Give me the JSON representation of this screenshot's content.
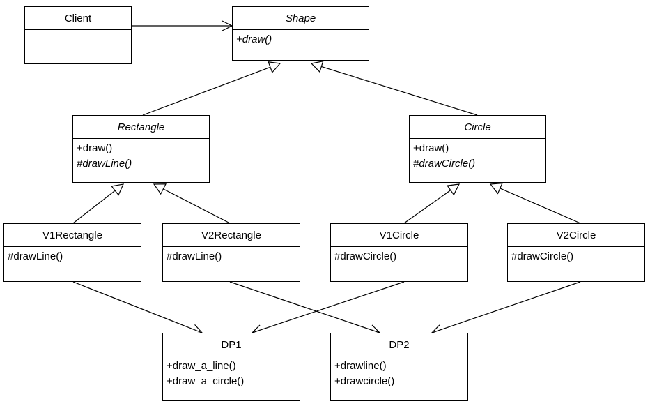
{
  "classes": {
    "client": {
      "name": "Client",
      "abstract": false,
      "operations": []
    },
    "shape": {
      "name": "Shape",
      "abstract": true,
      "operations": [
        {
          "text": "+draw()",
          "abstract": true
        }
      ]
    },
    "rectangle": {
      "name": "Rectangle",
      "abstract": true,
      "operations": [
        {
          "text": "+draw()",
          "abstract": false
        },
        {
          "text": "#drawLine()",
          "abstract": true
        }
      ]
    },
    "circle": {
      "name": "Circle",
      "abstract": true,
      "operations": [
        {
          "text": "+draw()",
          "abstract": false
        },
        {
          "text": "#drawCircle()",
          "abstract": true
        }
      ]
    },
    "v1rectangle": {
      "name": "V1Rectangle",
      "abstract": false,
      "operations": [
        {
          "text": "#drawLine()",
          "abstract": false
        }
      ]
    },
    "v2rectangle": {
      "name": "V2Rectangle",
      "abstract": false,
      "operations": [
        {
          "text": "#drawLine()",
          "abstract": false
        }
      ]
    },
    "v1circle": {
      "name": "V1Circle",
      "abstract": false,
      "operations": [
        {
          "text": "#drawCircle()",
          "abstract": false
        }
      ]
    },
    "v2circle": {
      "name": "V2Circle",
      "abstract": false,
      "operations": [
        {
          "text": "#drawCircle()",
          "abstract": false
        }
      ]
    },
    "dp1": {
      "name": "DP1",
      "abstract": false,
      "operations": [
        {
          "text": "+draw_a_line()",
          "abstract": false
        },
        {
          "text": "+draw_a_circle()",
          "abstract": false
        }
      ]
    },
    "dp2": {
      "name": "DP2",
      "abstract": false,
      "operations": [
        {
          "text": "+drawline()",
          "abstract": false
        },
        {
          "text": "+drawcircle()",
          "abstract": false
        }
      ]
    }
  },
  "relations": [
    {
      "type": "association",
      "from": "client",
      "to": "shape"
    },
    {
      "type": "generalization",
      "from": "rectangle",
      "to": "shape"
    },
    {
      "type": "generalization",
      "from": "circle",
      "to": "shape"
    },
    {
      "type": "generalization",
      "from": "v1rectangle",
      "to": "rectangle"
    },
    {
      "type": "generalization",
      "from": "v2rectangle",
      "to": "rectangle"
    },
    {
      "type": "generalization",
      "from": "v1circle",
      "to": "circle"
    },
    {
      "type": "generalization",
      "from": "v2circle",
      "to": "circle"
    },
    {
      "type": "association",
      "from": "v1rectangle",
      "to": "dp1"
    },
    {
      "type": "association",
      "from": "v1circle",
      "to": "dp1"
    },
    {
      "type": "association",
      "from": "v2rectangle",
      "to": "dp2"
    },
    {
      "type": "association",
      "from": "v2circle",
      "to": "dp2"
    }
  ],
  "colors": {
    "stroke": "#000000",
    "background": "#ffffff"
  }
}
